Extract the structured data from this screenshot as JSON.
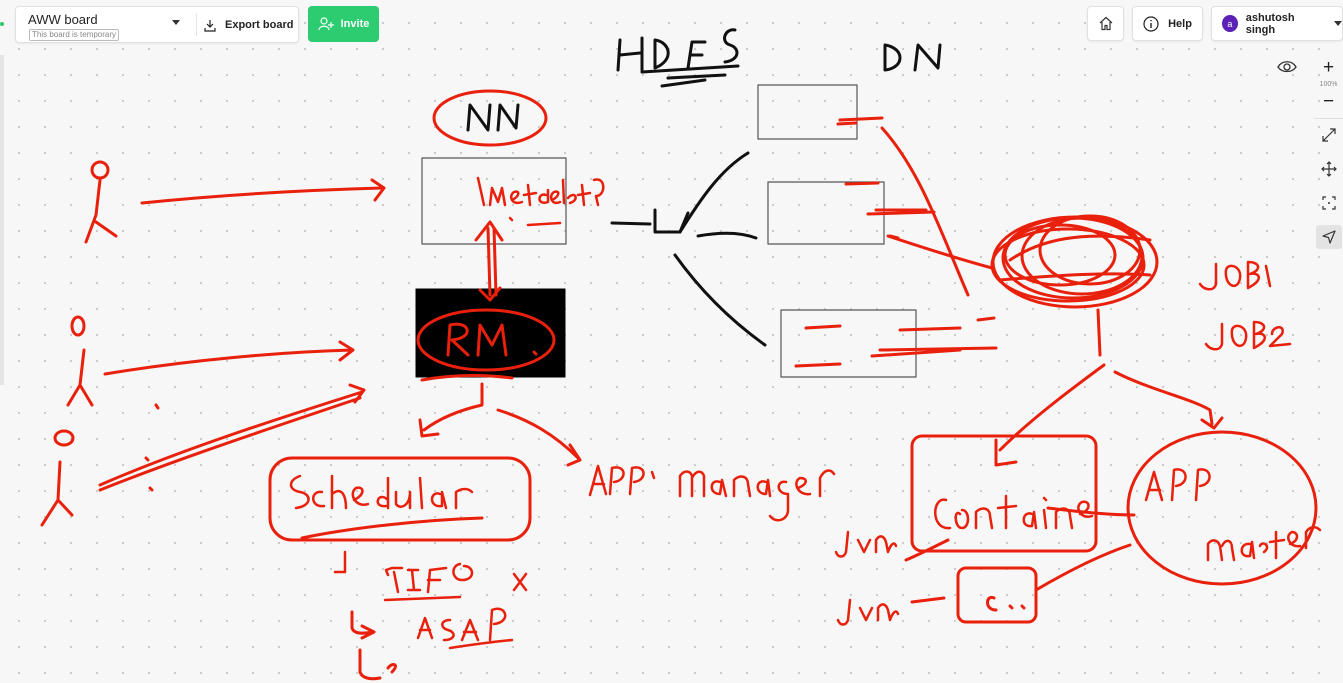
{
  "header": {
    "board_title": "AWW board",
    "board_subtitle": "This board is temporary",
    "export_label": "Export board",
    "invite_label": "Invite",
    "help_label": "Help",
    "user_name": "ashutosh singh",
    "user_initial": "a"
  },
  "zoom": {
    "in_symbol": "+",
    "level": "100%",
    "out_symbol": "−"
  },
  "icons": [
    "download-icon",
    "add-user-icon",
    "home-icon",
    "info-icon",
    "eye-icon",
    "expand-icon",
    "move-icon",
    "fit-icon",
    "pointer-icon"
  ],
  "colors": {
    "accent": "#2ecc71",
    "ink_red": "#e8200c",
    "ink_black": "#111111",
    "avatar": "#5b21b6"
  }
}
